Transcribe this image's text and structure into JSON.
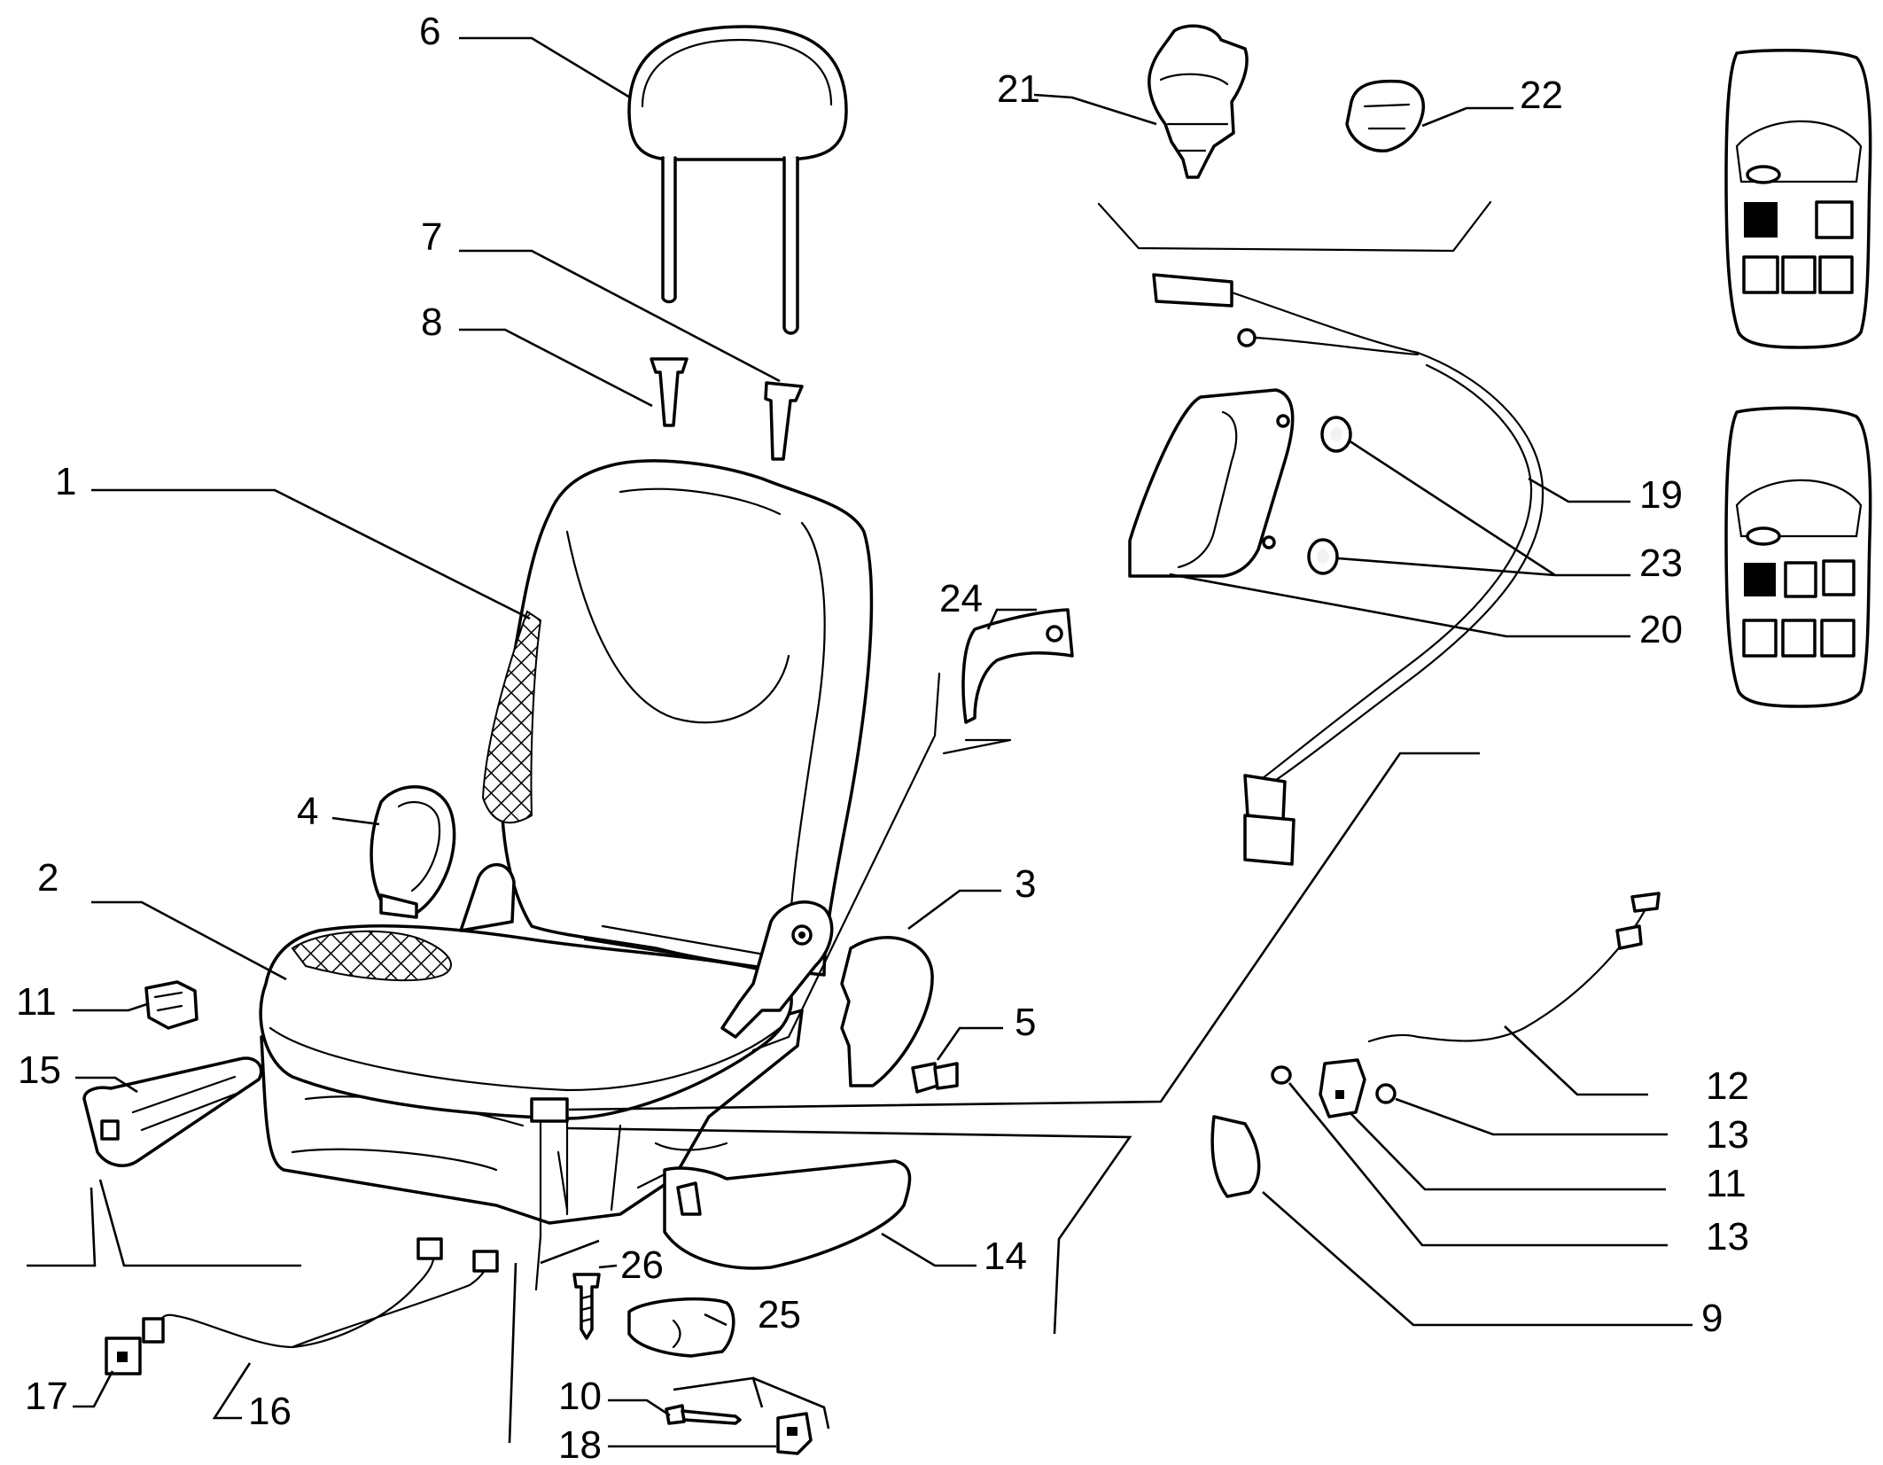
{
  "callouts": [
    {
      "id": "1",
      "text": "1"
    },
    {
      "id": "2",
      "text": "2"
    },
    {
      "id": "3",
      "text": "3"
    },
    {
      "id": "4",
      "text": "4"
    },
    {
      "id": "5",
      "text": "5"
    },
    {
      "id": "6",
      "text": "6"
    },
    {
      "id": "7",
      "text": "7"
    },
    {
      "id": "8",
      "text": "8"
    },
    {
      "id": "9",
      "text": "9"
    },
    {
      "id": "10",
      "text": "10"
    },
    {
      "id": "11a",
      "text": "11"
    },
    {
      "id": "11b",
      "text": "11"
    },
    {
      "id": "12",
      "text": "12"
    },
    {
      "id": "13a",
      "text": "13"
    },
    {
      "id": "13b",
      "text": "13"
    },
    {
      "id": "14",
      "text": "14"
    },
    {
      "id": "15",
      "text": "15"
    },
    {
      "id": "16",
      "text": "16"
    },
    {
      "id": "17",
      "text": "17"
    },
    {
      "id": "18",
      "text": "18"
    },
    {
      "id": "19",
      "text": "19"
    },
    {
      "id": "20",
      "text": "20"
    },
    {
      "id": "21",
      "text": "21"
    },
    {
      "id": "22",
      "text": "22"
    },
    {
      "id": "23",
      "text": "23"
    },
    {
      "id": "24",
      "text": "24"
    },
    {
      "id": "25",
      "text": "25"
    },
    {
      "id": "26",
      "text": "26"
    }
  ]
}
